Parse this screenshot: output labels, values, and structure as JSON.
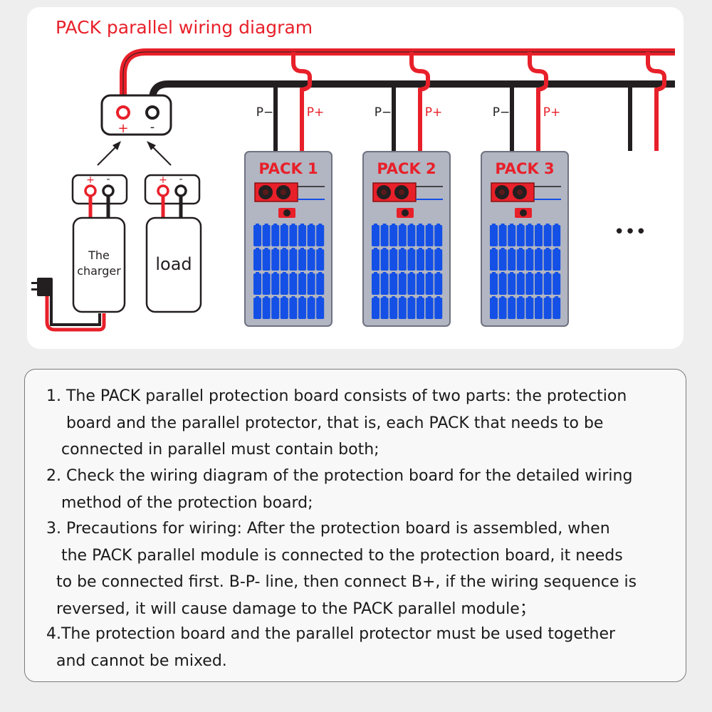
{
  "diagram": {
    "title": "PACK parallel wiring diagram",
    "connector": {
      "plus": "+",
      "minus": "-"
    },
    "charger": {
      "label_line1": "The",
      "label_line2": "charger",
      "plus": "+",
      "minus": "-"
    },
    "load": {
      "label": "load",
      "plus": "+",
      "minus": "-"
    },
    "packs": [
      {
        "name": "PACK 1",
        "p_minus": "P−",
        "p_plus": "P+"
      },
      {
        "name": "PACK 2",
        "p_minus": "P−",
        "p_plus": "P+"
      },
      {
        "name": "PACK 3",
        "p_minus": "P−",
        "p_plus": "P+"
      }
    ],
    "more": "•••",
    "colors": {
      "positive_wire": "#e8202a",
      "negative_wire": "#231f20",
      "cell_blue": "#1450e6",
      "pack_bg": "#b2b6c2",
      "title_red": "#e8202a"
    }
  },
  "notes": [
    "1. The PACK parallel protection board consists of two parts: the protection\n    board and the parallel protector, that is, each PACK that needs to be\n   connected in parallel must contain both;",
    "2. Check the wiring diagram of the protection board for the detailed wiring\n   method of the protection board;",
    "3. Precautions for wiring: After the protection board is assembled, when\n   the PACK parallel module is connected to the protection board, it needs\n  to be connected first. B-P- line, then connect B+, if the wiring sequence is\n  reversed, it will cause damage to the PACK parallel module；",
    "4.The protection board and the parallel protector must be used together\n  and cannot be mixed."
  ]
}
